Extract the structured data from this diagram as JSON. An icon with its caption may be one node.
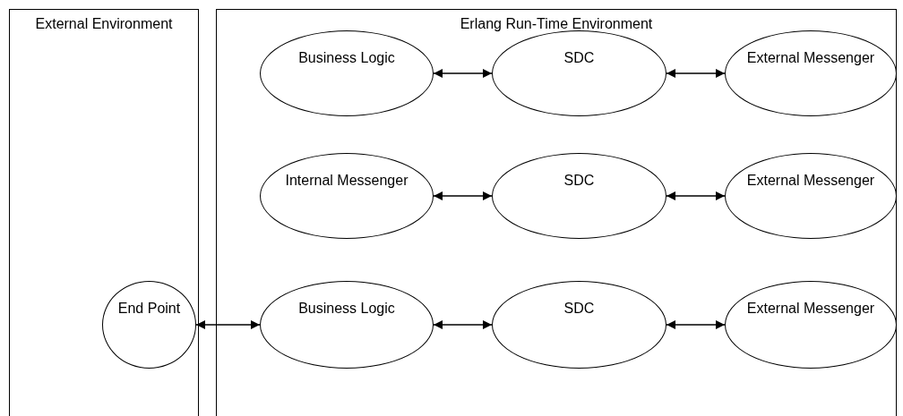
{
  "diagram": {
    "nodes": [
      {
        "text": [
          "External Environment"
        ]
      },
      {
        "text": [
          "Erlang Run-Time Environment"
        ]
      },
      {
        "text": [
          "End Point"
        ],
        "in": 0
      },
      {
        "text": [
          "Business Logic"
        ],
        "in": 1
      },
      {
        "text": [
          "SDC"
        ],
        "in": 1
      },
      {
        "text": [
          "External Messenger"
        ],
        "in": 1
      },
      {
        "text": [
          "Internal Messenger"
        ],
        "in": 1
      },
      {
        "text": [
          "SDC"
        ],
        "in": 1
      },
      {
        "text": [
          "External Messenger"
        ],
        "in": 1
      },
      {
        "text": [
          "Business Logic"
        ],
        "in": 1
      },
      {
        "text": [
          "SDC"
        ],
        "in": 1
      },
      {
        "text": [
          "External Messenger"
        ],
        "in": 1
      }
    ],
    "edges": [
      {
        "from": 3,
        "to": 4,
        "arrow": "both"
      },
      {
        "from": 4,
        "to": 5,
        "arrow": "both"
      },
      {
        "from": 6,
        "to": 7,
        "arrow": "both"
      },
      {
        "from": 7,
        "to": 8,
        "arrow": "both"
      },
      {
        "from": 2,
        "to": 9,
        "arrow": "both"
      },
      {
        "from": 9,
        "to": 10,
        "arrow": "both"
      },
      {
        "from": 10,
        "to": 11,
        "arrow": "both"
      }
    ]
  }
}
